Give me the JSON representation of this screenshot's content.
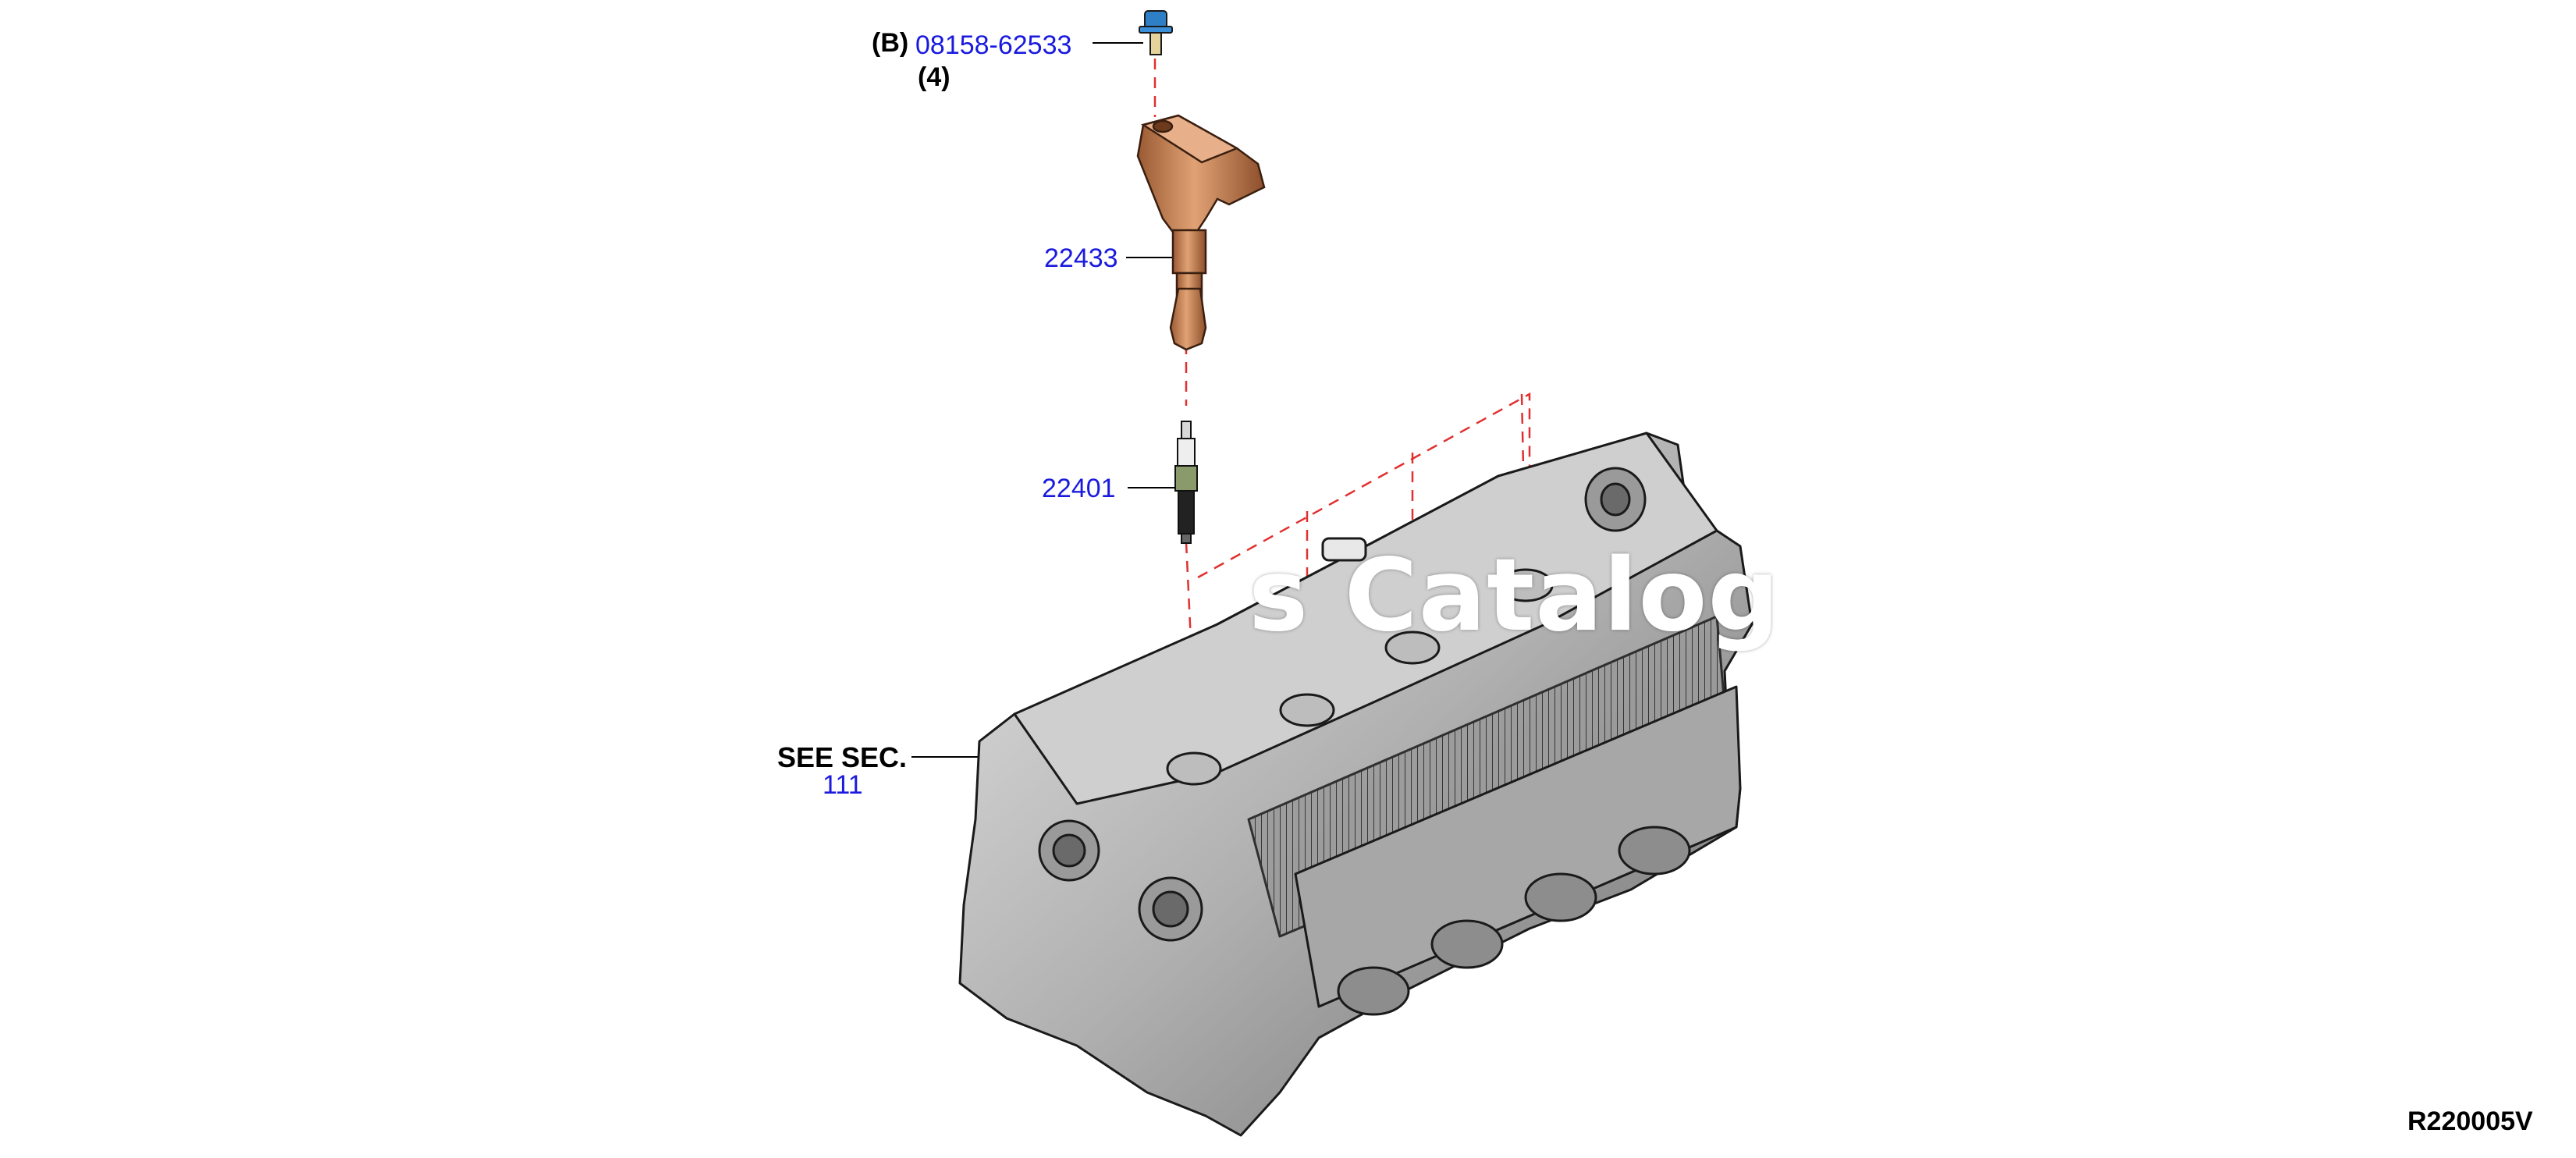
{
  "callouts": {
    "bolt_prefix": "(B)",
    "bolt_part": "08158-62533",
    "bolt_qty": "(4)",
    "coil_part": "22433",
    "plug_part": "22401",
    "see_sec_label": "SEE SEC.",
    "see_sec_number": "111"
  },
  "watermark": "s Catalog",
  "diagram_code": "R220005V",
  "colors": {
    "part_link": "#1a1adf",
    "leader_dashed": "#e23030",
    "coil_body": "#c98a5a",
    "head_metal": "#b9b9b9"
  },
  "icons": [
    "bolt-icon",
    "ignition-coil-icon",
    "spark-plug-icon",
    "cylinder-head-icon"
  ]
}
